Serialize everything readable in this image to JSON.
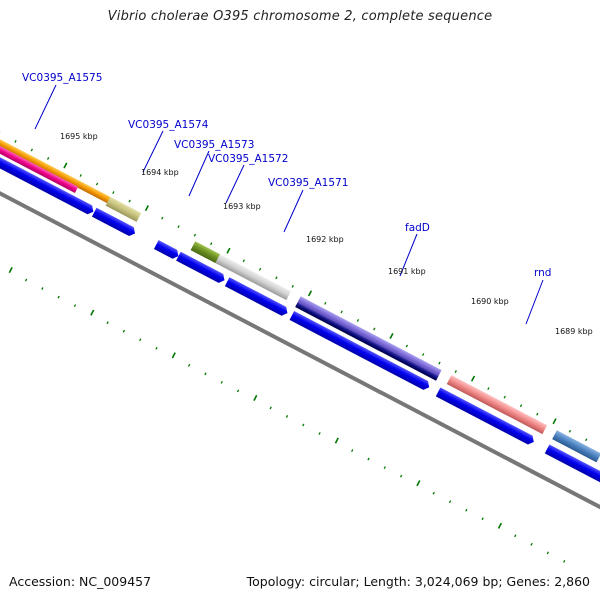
{
  "title": "Vibrio cholerae O395 chromosome 2, complete sequence",
  "footer": {
    "accession": "Accession: NC_009457",
    "stats": "Topology: circular; Length: 3,024,069 bp; Genes: 2,860"
  },
  "kbp_labels": [
    "1695 kbp",
    "1694 kbp",
    "1693 kbp",
    "1692 kbp",
    "1691 kbp",
    "1690 kbp",
    "1689 kbp"
  ],
  "gene_labels": [
    "VC0395_A1575",
    "VC0395_A1574",
    "VC0395_A1573",
    "VC0395_A1572",
    "VC0395_A1571",
    "fadD",
    "rnd"
  ],
  "colors": {
    "blue_arrow": "#0000ee",
    "backbone": "#777777",
    "tick": "#007700",
    "label": "#0000cc"
  }
}
